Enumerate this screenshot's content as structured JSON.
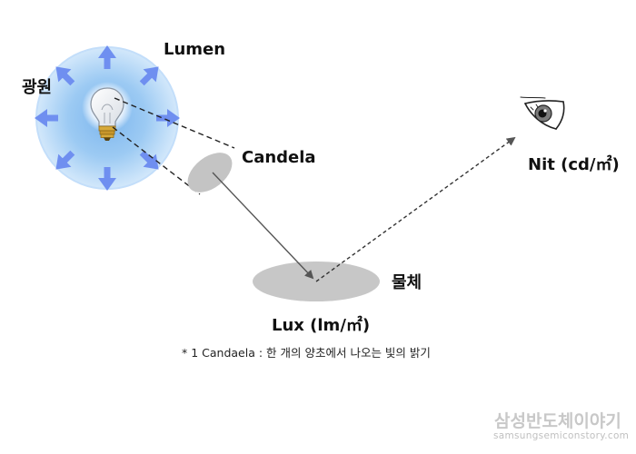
{
  "labels": {
    "light_source": "광원",
    "lumen": "Lumen",
    "candela": "Candela",
    "nit": "Nit (cd/㎡)",
    "object": "물체",
    "lux": "Lux (lm/㎡)"
  },
  "footnote": "* 1 Candaela : 한 개의 양초에서 나오는 빛의 밝기",
  "watermark": {
    "title": "삼성반도체이야기",
    "url": "samsungsemiconstory.com"
  },
  "colors": {
    "halo_outer": "#cfe6fb",
    "halo_mid": "#a9d1f5",
    "halo_inner": "#86bdf0",
    "arrow_blue": "#6f8ff0",
    "surface_gray": "#c7c7c7",
    "line_dark": "#444444"
  },
  "icons": [
    "light-bulb-icon",
    "eye-icon"
  ]
}
